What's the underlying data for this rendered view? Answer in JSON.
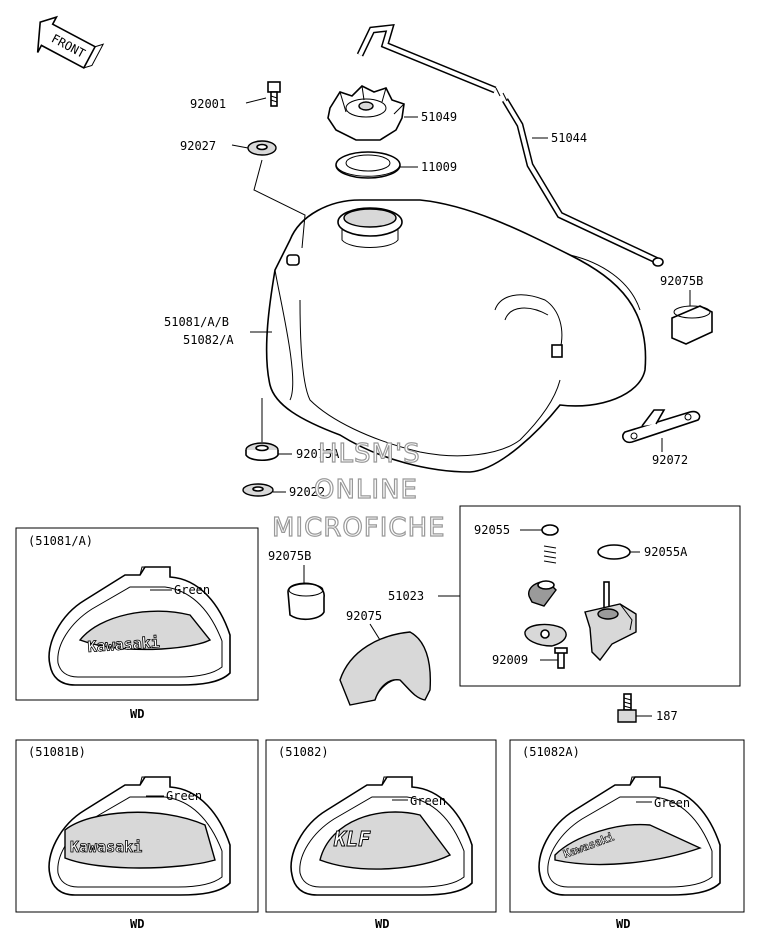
{
  "front_label": "FRONT",
  "watermark": [
    "HLSM'S",
    "ONLINE",
    "MICROFICHE"
  ],
  "parts": {
    "p92001": "92001",
    "p92027": "92027",
    "p51049": "51049",
    "p11009": "11009",
    "p51044": "51044",
    "p51081ab": "51081/A/B",
    "p51082a": "51082/A",
    "p92075b_top": "92075B",
    "p92075a": "92075A",
    "p92022": "92022",
    "p92072": "92072",
    "p92055": "92055",
    "p92055a": "92055A",
    "p51023": "51023",
    "p92009": "92009",
    "p187": "187",
    "p92075b_mid": "92075B",
    "p92075": "92075"
  },
  "variants": [
    {
      "header": "(51081/A)",
      "color": "Green",
      "brand": "Kawasaki",
      "footer": "WD"
    },
    {
      "header": "(51081B)",
      "color": "Green",
      "brand": "Kawasaki",
      "footer": "WD"
    },
    {
      "header": "(51082)",
      "color": "Green",
      "brand": "KLF",
      "footer": "WD"
    },
    {
      "header": "(51082A)",
      "color": "Green",
      "brand": "Kawasaki",
      "footer": "WD"
    }
  ]
}
